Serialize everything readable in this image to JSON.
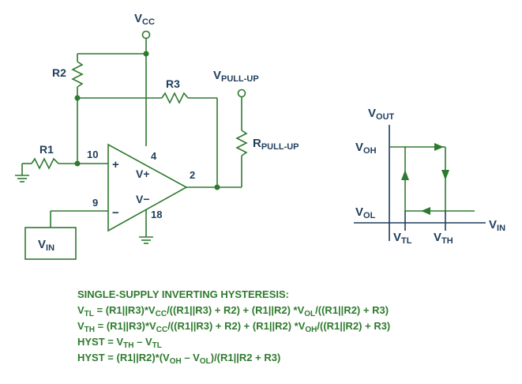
{
  "circuit": {
    "vcc": {
      "main": "V",
      "sub": "CC"
    },
    "vpullup": {
      "main": "V",
      "sub": "PULL-UP"
    },
    "rpullup": {
      "main": "R",
      "sub": "PULL-UP"
    },
    "r1": "R1",
    "r2": "R2",
    "r3": "R3",
    "vin": {
      "main": "V",
      "sub": "IN"
    },
    "pins": {
      "p10": "10",
      "p9": "9",
      "p4": "4",
      "p2": "2",
      "p18": "18"
    },
    "plus": "+",
    "minus": "−",
    "vplus": "V+",
    "vminus": "V−"
  },
  "graph": {
    "vout": {
      "main": "V",
      "sub": "OUT"
    },
    "voh": {
      "main": "V",
      "sub": "OH"
    },
    "vol": {
      "main": "V",
      "sub": "OL"
    },
    "vin": {
      "main": "V",
      "sub": "IN"
    },
    "vtl": {
      "main": "V",
      "sub": "TL"
    },
    "vth": {
      "main": "V",
      "sub": "TH"
    }
  },
  "equations": {
    "title": "SINGLE-SUPPLY INVERTING HYSTERESIS:",
    "vtl": {
      "lead": "V",
      "lead_sub": "TL",
      "a": " = (R1||R3)*V",
      "a_sub": "CC",
      "b": "/((R1||R3) + R2) + (R1||R2) *V",
      "b_sub": "OL",
      "c": "/((R1||R2) + R3)"
    },
    "vth": {
      "lead": "V",
      "lead_sub": "TH",
      "a": " = (R1||R3)*V",
      "a_sub": "CC",
      "b": "/((R1||R3) + R2) + (R1||R2) *V",
      "b_sub": "OH",
      "c": "/((R1||R2) + R3)"
    },
    "hyst1": {
      "a": "HYST = V",
      "a_sub": "TH",
      "b": " – V",
      "b_sub": "TL"
    },
    "hyst2": {
      "a": "HYST = (R1||R2)*(V",
      "a_sub": "OH",
      "b": " – V",
      "b_sub": "OL",
      "c": ")/(R1||R2 + R3)"
    }
  },
  "colors": {
    "schematic": "#1f3d5c",
    "accent": "#2e7a2e"
  }
}
